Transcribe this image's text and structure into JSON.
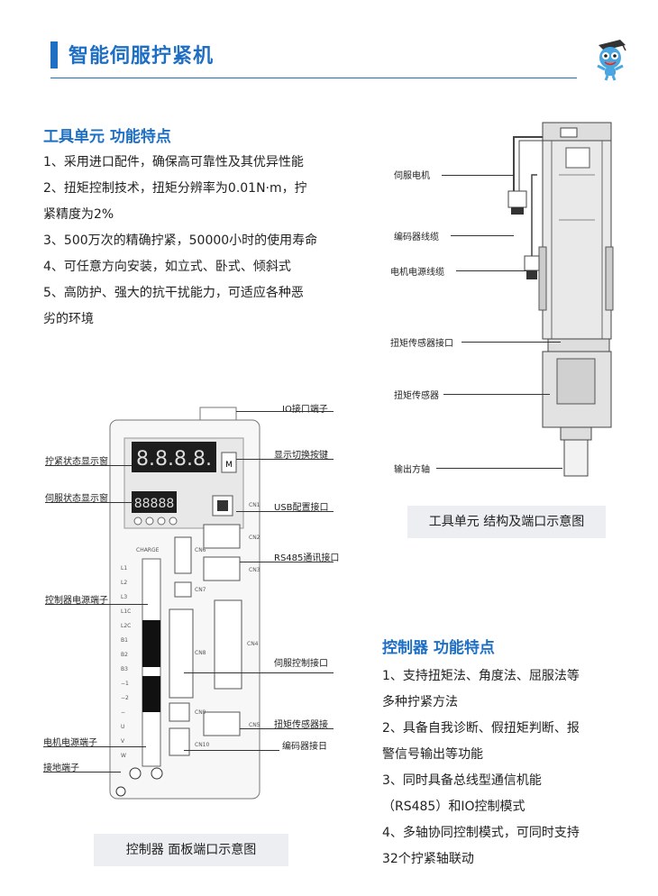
{
  "header": {
    "title": "智能伺服拧紧机",
    "mascot_icon": "mascot-icon"
  },
  "tool_unit": {
    "title": "工具单元 功能特点",
    "features": [
      "1、采用进口配件，确保高可靠性及其优异性能",
      "2、扭矩控制技术，扭矩分辨率为0.01N·m，拧",
      "紧精度为2%",
      "3、500万次的精确拧紧，50000小时的使用寿命",
      "4、可任意方向安装，如立式、卧式、倾斜式",
      "5、高防护、强大的抗干扰能力，可适应各种恶",
      "劣的环境"
    ],
    "diagram_labels": [
      "伺服电机",
      "编码器线缆",
      "电机电源线缆",
      "扭矩传感器接口",
      "扭矩传感器",
      "输出方轴"
    ],
    "caption": "工具单元 结构及端口示意图"
  },
  "controller_panel": {
    "left_labels": [
      "拧紧状态显示窗",
      "伺服状态显示窗",
      "控制器电源端子",
      "电机电源端子",
      "接地端子"
    ],
    "right_labels": [
      "IO接口端子",
      "显示切换按键",
      "USB配置接口",
      "RS485通讯接口",
      "伺服控制接口",
      "扭矩传感器接",
      "编码器接日"
    ],
    "display_big": "8.8.8.8.",
    "display_small": "88888",
    "charge_label": "CHARGE",
    "terminal_labels": [
      "L1",
      "L2",
      "L3",
      "L1C",
      "L2C",
      "B1",
      "B2",
      "B3",
      "−1",
      "−2",
      "−",
      "U",
      "V",
      "W"
    ],
    "port_labels": [
      "CN1",
      "CN2",
      "CN3",
      "CN6",
      "CN7",
      "CN8",
      "CN4",
      "CN9",
      "CN5",
      "CN10"
    ],
    "button_label": "M",
    "caption": "控制器 面板端口示意图"
  },
  "controller": {
    "title": "控制器 功能特点",
    "features": [
      "1、支持扭矩法、角度法、屈服法等",
      "多种拧紧方法",
      "2、具备自我诊断、假扭矩判断、报",
      "警信号输出等功能",
      "3、同时具备总线型通信机能",
      "（RS485）和IO控制模式",
      "4、多轴协同控制模式，可同时支持",
      "32个拧紧轴联动"
    ]
  },
  "colors": {
    "accent": "#1e6fc4",
    "caption_bg": "#eceef1"
  }
}
